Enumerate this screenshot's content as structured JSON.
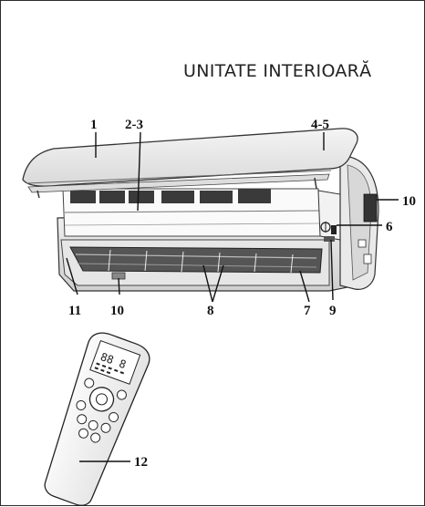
{
  "title": "UNITATE INTERIOARĂ",
  "callouts": {
    "c1": "1",
    "c2_3": "2-3",
    "c4_5": "4-5",
    "c10_right": "10",
    "c6": "6",
    "c11": "11",
    "c10_bottom": "10",
    "c8": "8",
    "c7": "7",
    "c9": "9",
    "c12": "12"
  }
}
